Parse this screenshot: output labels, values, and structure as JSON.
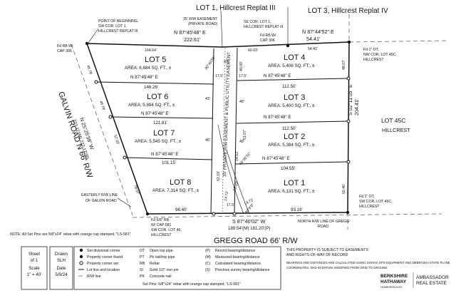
{
  "top_labels": {
    "lot1_replat": "LOT 1, Hillcrest Replat III",
    "lot3_replat": "LOT 3, Hillcrest Replat IV",
    "pob_1": "POINT OF BEGINNING,",
    "pob_2": "SW COR. LOT 1,",
    "pob_3": "HILLCREST REPLAT III",
    "se_cor_1": "SE COR. LOT 1,",
    "se_cor_2": "HILLCREST REPLAT III",
    "easement_1": "35' R/W EASEMENT",
    "easement_2": "(PRIVATE ROAD)",
    "fd_rb_left_1": "Fd RB W/",
    "fd_rb_left_2": "CAP 306",
    "fd_rb_right_1": "Fd RB W/",
    "fd_rb_right_2": "CAP 306",
    "fd_ot_top_1": "Fd 1\" OT,",
    "fd_ot_top_2": "NW COR. LOT 45C,",
    "fd_ot_top_3": "HILLCREST"
  },
  "bearings": {
    "top_left": "N 87°45'48\" E",
    "top_left_dist": "222.61'",
    "top_right": "N 87°44'52\" E",
    "top_right_dist": "54.41'",
    "lot5_top": "164.64'",
    "lot4_top_a": "60.03'",
    "lot4_top_b": "54.41'",
    "line_56": "N 87°45'48\" E",
    "line_56_dist": "146.26'",
    "line_67": "N 87°45'48\" E",
    "line_67_dist": "121.81'",
    "line_78": "N 87°45'48\" E",
    "line_78_dist": "101.15'",
    "line_43": "N 87°45'48\" E",
    "line_43_dist": "112.50'",
    "line_32": "N 87°45'48\" E",
    "line_32_dist": "112.50'",
    "line_21": "N 87°45'48\" E",
    "line_21_dist": "104.55'",
    "south": "S 87°40'02\" W",
    "south_dist": "189.54'(M) 181.20'(P)",
    "south_left": "96.40'",
    "south_right": "93.19'",
    "east": "S 02°11'05\" E",
    "east_dist": "204.41'",
    "west": "N 25°25'38\" W",
    "west_dist": "222.11'(M) 222.17'(P)",
    "angle_top": "90°45'55\"",
    "angle_mid": "46°35'31\"",
    "curve_a": "62.19'",
    "curve_b": "62.19'",
    "curve_c": "14.72'",
    "curve_d": "14.72'",
    "curve_e": "14.53'",
    "curve_f": "60°8'9\"",
    "west_seg_5": "46.78'",
    "west_seg_6": "46.78'",
    "west_seg_7": "57.02'",
    "west_seg_8": "78.07'",
    "mid_43a": "43'",
    "mid_43b": "43'",
    "mid_48a": "48'",
    "mid_48b": "48'",
    "mid_40": "40.00'",
    "mid_17a": "17.5'",
    "mid_17b": "17.5'",
    "mid_17c": "17.5'",
    "mid_48c": "48'",
    "mid_48d": "48'",
    "mid_51": "51.07'",
    "east_48": "48.07'",
    "east_60": "60.46'"
  },
  "lots": [
    {
      "name": "LOT 5",
      "area": "AREA: 6,684 SQ. FT., ±"
    },
    {
      "name": "LOT 6",
      "area": "AREA: 5,894 SQ. FT., ±"
    },
    {
      "name": "LOT 7",
      "area": "AREA: 5,545 SQ. FT., ±"
    },
    {
      "name": "LOT 8",
      "area": "AREA: 7,314 SQ. FT., ±"
    },
    {
      "name": "LOT 4",
      "area": "AREA: 5,406 SQ. FT., ±"
    },
    {
      "name": "LOT 3",
      "area": "AREA: 5,400 SQ. FT., ±"
    },
    {
      "name": "LOT 2",
      "area": "AREA: 5,384 SQ. FT., ±"
    },
    {
      "name": "LOT 1",
      "area": "AREA: 6,131 SQ. FT., ±"
    }
  ],
  "roads": {
    "galvin": "GALVIN ROAD N  66' R/W",
    "gregg": "GREGG ROAD  66' R/W",
    "easterly_1": "EASTERLY R/W LINE",
    "easterly_2": "OF GALVIN ROAD",
    "north_rw_1": "NORTH R/W LINE OF GREGG",
    "north_rw_2": "ROAD",
    "private_easement": "35' PRIVATE R/W EASEMENT & PUBLIC UTILITY EASEMENT"
  },
  "right_labels": {
    "lot45c": "LOT 45C",
    "hillcrest": "HILLCREST",
    "fd_ot_bot_1": "Fd 1\" OT,",
    "fd_ot_bot_2": "SW COR. LOT 45C,",
    "fd_ot_bot_3": "HILLCREST"
  },
  "bottom_monument": {
    "l1": "Fd 5/8\" RB",
    "l2": "W/ CAP 581",
    "l3": "SW COR. LOT 46,",
    "l4": "HILLCREST"
  },
  "note": "NOTE:  All Set Pins are 5/8\"x24\" rebar with orange cap stamped, \"LS-581\"",
  "title_block": {
    "sheet": [
      "Sheet",
      "of 1",
      "Scale",
      "1\" = 40'"
    ],
    "drawn": [
      "Drawn",
      "SLH",
      "Date",
      "5/9/24"
    ]
  },
  "legend": {
    "col1": [
      "Set divisional corner",
      "Property corner found",
      "Property corner set",
      "Lot line and location",
      "R/W line"
    ],
    "col2a": [
      "OT",
      "PT",
      "RB",
      "SI",
      "PK"
    ],
    "col2b": [
      "Open top pipe",
      "Pk nail/top pipe",
      "Rebar",
      "Solid 1/2\" iron pin",
      "Concrete nail"
    ],
    "col3a": [
      "(P)",
      "(M)",
      "(C)",
      "(S)"
    ],
    "col3b": [
      "Record bearing/distance",
      "Measured bearing/distance",
      "Calculated bearing/distance",
      "Previous survey bearing/distance"
    ],
    "set_pins": "Set Pins: 5/8\"x24\" rebar with orange cap stamped, \"LS-581\""
  },
  "disclaimer": [
    "THIS PROPERTY IS SUBJECT TO EASEMENTS",
    "AND RIGHTS-OF-WAY OF RECORD",
    "BEARINGS AND DISTANCES ARE CALCULATED USING SOKKIA GPS EQUIPMENT AND NEBRASKA STATE PLANE",
    "COORDINATES, NAD 83 DATUM, MODIFIED FROM GRID TO GROUND."
  ],
  "brand": {
    "line1": "BERKSHIRE",
    "line2": "HATHAWAY",
    "line3": "HOMESERVICES",
    "line4": "AMBASSADOR",
    "line5": "REAL ESTATE"
  }
}
